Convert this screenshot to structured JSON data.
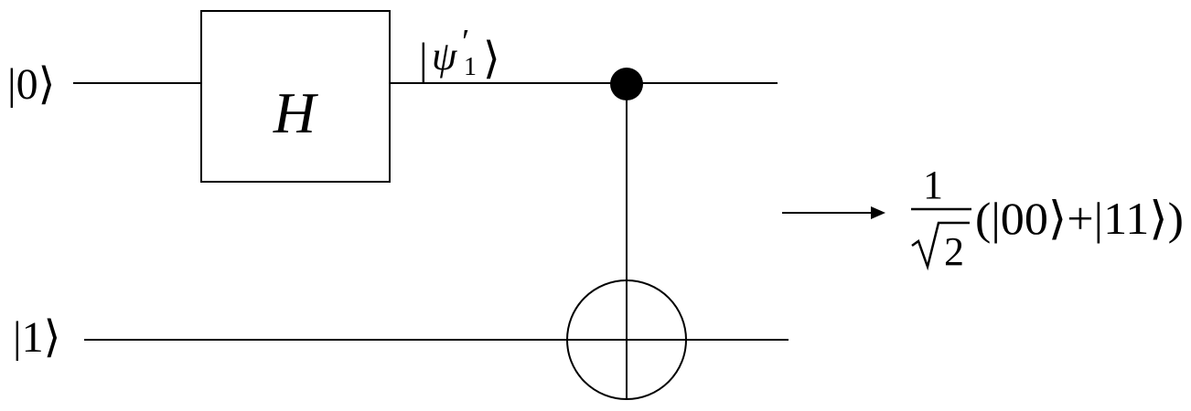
{
  "circuit": {
    "qubit0_label": "|0⟩",
    "qubit1_label": "|1⟩",
    "gate_label": "H",
    "intermediate_state": {
      "psi": "ψ",
      "subscript": "1",
      "prime": "′"
    },
    "output_state": {
      "numerator": "1",
      "radicand": "2",
      "expression": "(|00⟩+|11⟩)"
    }
  }
}
